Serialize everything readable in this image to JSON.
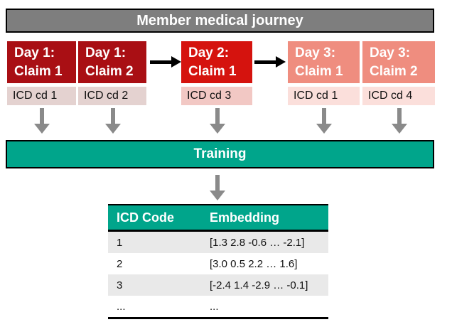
{
  "colors": {
    "journey_bar": "#7E7E7E",
    "training_bar": "#00A58B",
    "day1_box": "#A90F14",
    "day2_box": "#D5130E",
    "day3_box": "#EF8D7F",
    "icd_day1_bg": "#E4D2D0",
    "icd_day2_bg": "#F2C8C4",
    "icd_day3_bg": "#FBDFDB",
    "table_header_bg": "#00A58B",
    "table_row_alt_bg": "#E9E9E9",
    "black_arrow": "#000000",
    "gray_arrow": "#8A8A8A"
  },
  "journey_bar": {
    "title": "Member medical journey"
  },
  "claims": [
    {
      "line1": "Day 1:",
      "line2": "Claim 1",
      "icd": "ICD cd 1"
    },
    {
      "line1": "Day 1:",
      "line2": "Claim 2",
      "icd": "ICD cd 2"
    },
    {
      "line1": "Day 2:",
      "line2": "Claim 1",
      "icd": "ICD cd 3"
    },
    {
      "line1": "Day 3:",
      "line2": "Claim 1",
      "icd": "ICD cd 1"
    },
    {
      "line1": "Day 3:",
      "line2": "Claim 2",
      "icd": "ICD cd 4"
    }
  ],
  "training_bar": {
    "title": "Training"
  },
  "embedding_table": {
    "headers": {
      "col1": "ICD Code",
      "col2": "Embedding"
    },
    "rows": [
      {
        "code": "1",
        "embedding": "[1.3 2.8 -0.6 … -2.1]"
      },
      {
        "code": "2",
        "embedding": "[3.0 0.5 2.2 … 1.6]"
      },
      {
        "code": "3",
        "embedding": "[-2.4 1.4 -2.9 … -0.1]"
      },
      {
        "code": "...",
        "embedding": "..."
      }
    ]
  }
}
